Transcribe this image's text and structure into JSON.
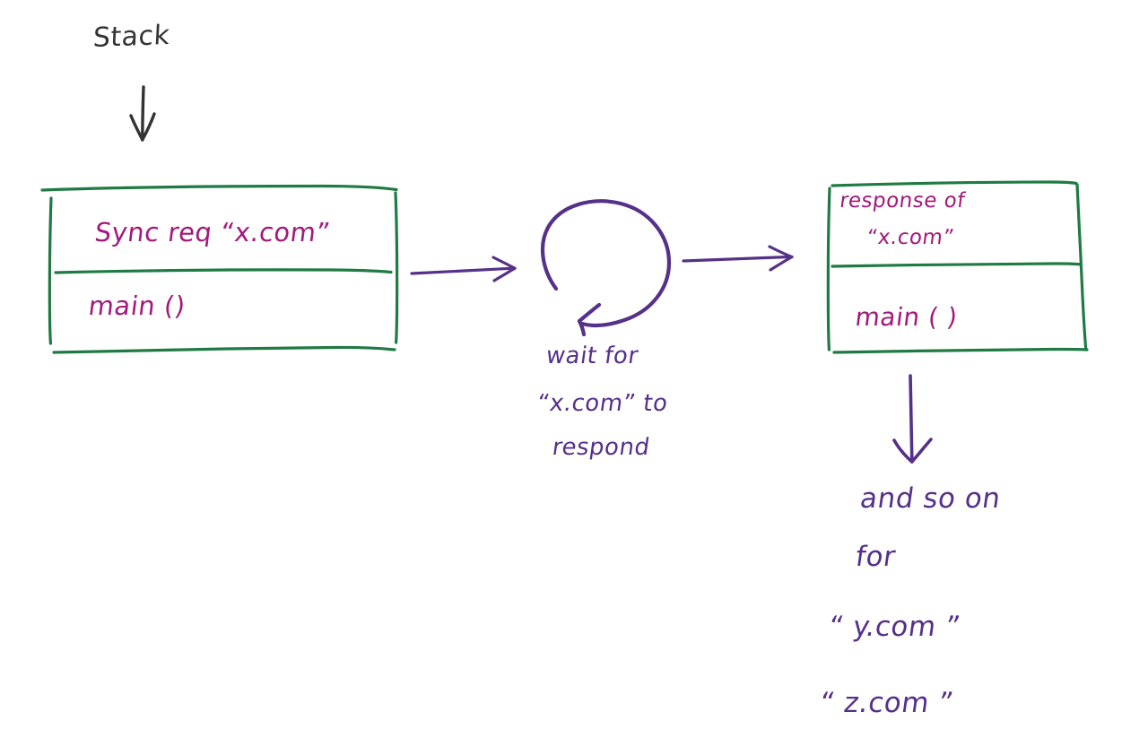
{
  "diagram": {
    "title_label": "Stack",
    "colors": {
      "ink_dark": "#333335",
      "ink_magenta": "#a3197c",
      "ink_purple": "#553189",
      "box_green": "#1f7a43",
      "background": "#ffffff"
    },
    "stack_before": {
      "name": "left-stack-box",
      "frames": [
        {
          "label": "Sync req “x.com”"
        },
        {
          "label": "main ()"
        }
      ]
    },
    "stack_after": {
      "name": "right-stack-box",
      "frames": [
        {
          "label_line1": "response of",
          "label_line2": "“x.com”"
        },
        {
          "label": "main ( )"
        }
      ]
    },
    "loop": {
      "name": "blocking-wait-loop",
      "caption_line1": "wait for",
      "caption_line2": "“x.com” to",
      "caption_line3": "respond"
    },
    "tail_note": {
      "line1": "and so on",
      "line2": "for",
      "line3": "“ y.com ”",
      "line4": "“ z.com ”"
    },
    "arrows": {
      "stack_pointer": "down-arrow",
      "left_to_loop": "right-arrow",
      "loop_to_right": "right-arrow",
      "right_to_tail": "down-arrow"
    }
  }
}
